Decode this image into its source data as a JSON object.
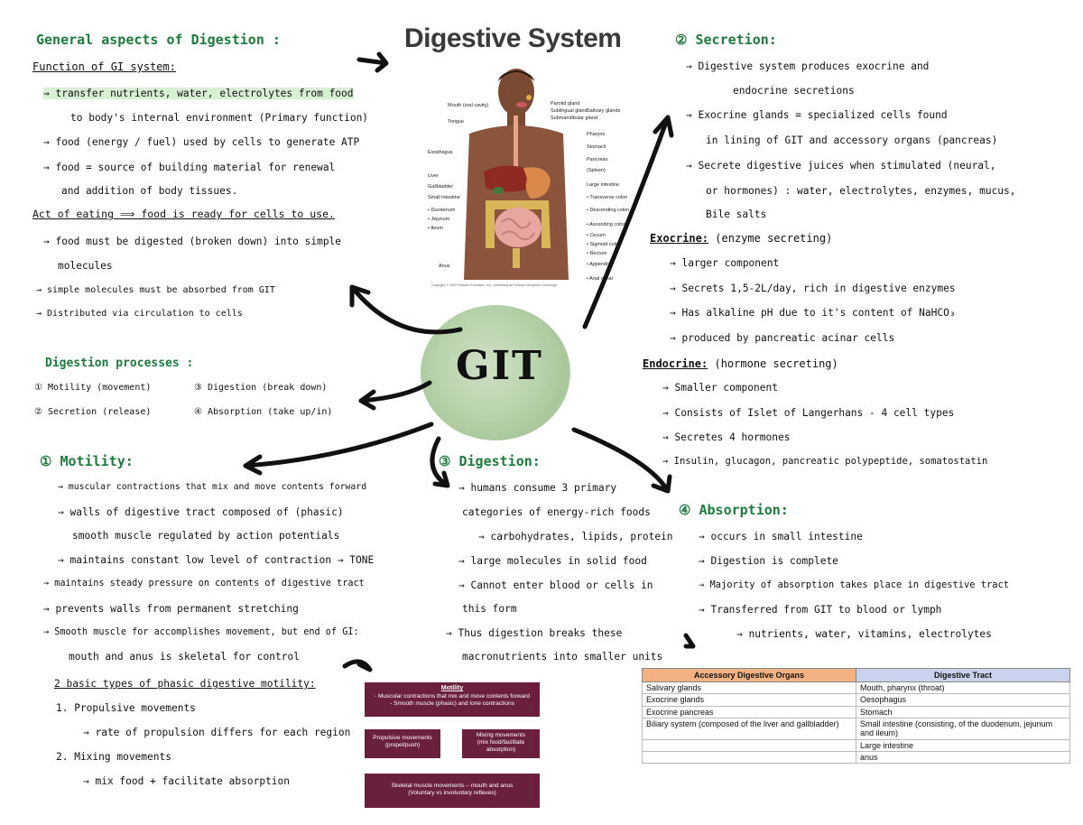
{
  "title": "Digestive System",
  "general": {
    "heading": "General aspects of Digestion :",
    "function_heading": "Function of GI system:",
    "lines": [
      "→ transfer nutrients, water, electrolytes from food",
      "to body's internal environment (Primary function)",
      "→ food (energy / fuel) used by cells to generate ATP",
      "→ food = source of building material for renewal",
      "and addition of body tissues."
    ],
    "act_heading": "Act of eating ⟹ food is ready for cells to use.",
    "act_lines": [
      "→ food must be digested (broken down) into simple",
      "molecules",
      "→ simple molecules must be absorbed from GIT",
      "→ Distributed via circulation to cells"
    ]
  },
  "processes": {
    "heading": "Digestion processes :",
    "items": [
      "① Motility (movement)",
      "③ Digestion (break down)",
      "② Secretion (release)",
      "④ Absorption (take up/in)"
    ]
  },
  "figure": {
    "labels_left": [
      "Mouth (oral cavity)",
      "Tongue",
      "Esophagus",
      "Liver",
      "Gallbladder",
      "Small intestine",
      "• Duodenum",
      "• Jejunum",
      "• Ileum",
      "Anus"
    ],
    "labels_right": [
      "Parotid gland",
      "Sublingual gland",
      "Submandibular gland",
      "Salivary glands",
      "Pharynx",
      "Stomach",
      "Pancreas",
      "(Spleen)",
      "Large intestine",
      "• Transverse colon",
      "• Descending colon",
      "• Ascending colon",
      "• Cecum",
      "• Sigmoid colon",
      "• Rectum",
      "• Appendix",
      "• Anal canal"
    ],
    "copyright": "Copyright © 2009 Pearson Education, Inc., publishing as Pearson Benjamin Cummings."
  },
  "center": {
    "label": "GIT"
  },
  "secretion": {
    "heading": "② Secretion:",
    "lines": [
      "→ Digestive system produces exocrine and",
      "endocrine secretions",
      "→ Exocrine glands = specialized cells found",
      "in lining of GIT and accessory organs (pancreas)",
      "→ Secrete digestive juices when stimulated (neural,",
      "or hormones) : water, electrolytes, enzymes, mucus,",
      "Bile salts"
    ],
    "exocrine_heading": "Exocrine:",
    "exocrine_note": "(enzyme secreting)",
    "exocrine_lines": [
      "→ larger component",
      "→ Secrets 1,5-2L/day, rich in digestive enzymes",
      "→ Has alkaline pH due to it's content of NaHCO₃",
      "→ produced by pancreatic acinar cells"
    ],
    "endocrine_heading": "Endocrine:",
    "endocrine_note": "(hormone secreting)",
    "endocrine_lines": [
      "→ Smaller component",
      "→ Consists of Islet of Langerhans - 4 cell types",
      "→ Secretes 4 hormones",
      "→ Insulin, glucagon, pancreatic polypeptide, somatostatin"
    ]
  },
  "motility": {
    "heading": "① Motility:",
    "lines": [
      "→ muscular contractions that mix and move contents forward",
      "→ walls of digestive tract composed of (phasic)",
      "smooth muscle regulated by action potentials",
      "→ maintains constant low level of contraction → TONE",
      "→ maintains steady pressure on contents of digestive tract",
      "→ prevents walls from permanent stretching",
      "→ Smooth muscle for accomplishes movement, but end of GI:",
      "mouth and anus is skeletal for control"
    ],
    "types_heading": "2 basic types of phasic digestive motility:",
    "types": [
      "1. Propulsive movements",
      "→ rate of propulsion differs for each region",
      "2. Mixing movements",
      "→ mix food + facilitate absorption"
    ]
  },
  "digestion": {
    "heading": "③ Digestion:",
    "lines": [
      "→ humans consume 3 primary",
      "categories of energy-rich foods",
      "→ carbohydrates, lipids, protein",
      "→ large molecules in solid food",
      "→ Cannot enter blood or cells in",
      "this form",
      "→ Thus digestion breaks these",
      "macronutrients into smaller units"
    ]
  },
  "absorption": {
    "heading": "④ Absorption:",
    "lines": [
      "→ occurs in small intestine",
      "→ Digestion is complete",
      "→ Majority of absorption takes place in digestive tract",
      "→ Transferred from GIT to blood or lymph",
      "→ nutrients, water, vitamins, electrolytes"
    ]
  },
  "motility_diagram": {
    "top_title": "Motility",
    "top_lines": [
      "- Muscular contractions that mix and move contents forward",
      "- Smooth muscle (phasic) and tone contractions"
    ],
    "left_lines": [
      "Propulsive movements",
      "(propel/push)"
    ],
    "right_lines": [
      "Mixing movements",
      "(mix food/facilitate",
      "absorption)"
    ],
    "bottom_lines": [
      "Skeletal muscle movements – mouth and anus",
      "(Voluntary vs involuntary reflexes)"
    ]
  },
  "table": {
    "headers": [
      "Accessory Digestive Organs",
      "Digestive Tract"
    ],
    "rows": [
      [
        "Salivary glands",
        "Mouth, pharynx (throat)"
      ],
      [
        "Exocrine glands",
        "Oesophagus"
      ],
      [
        "Exocrine pancreas",
        "Stomach"
      ],
      [
        "Biliary system (composed of the liver and gallbladder)",
        "Small intestine (consisting, of the duodenum, jejunum and ileum)"
      ],
      [
        "",
        "Large intestine"
      ],
      [
        "",
        "anus"
      ]
    ]
  },
  "colors": {
    "heading_green": "#1f7a3e",
    "table_left_header": "#f4b183",
    "table_right_header": "#c9d3ee",
    "diagram_box": "#6a1f3d"
  }
}
